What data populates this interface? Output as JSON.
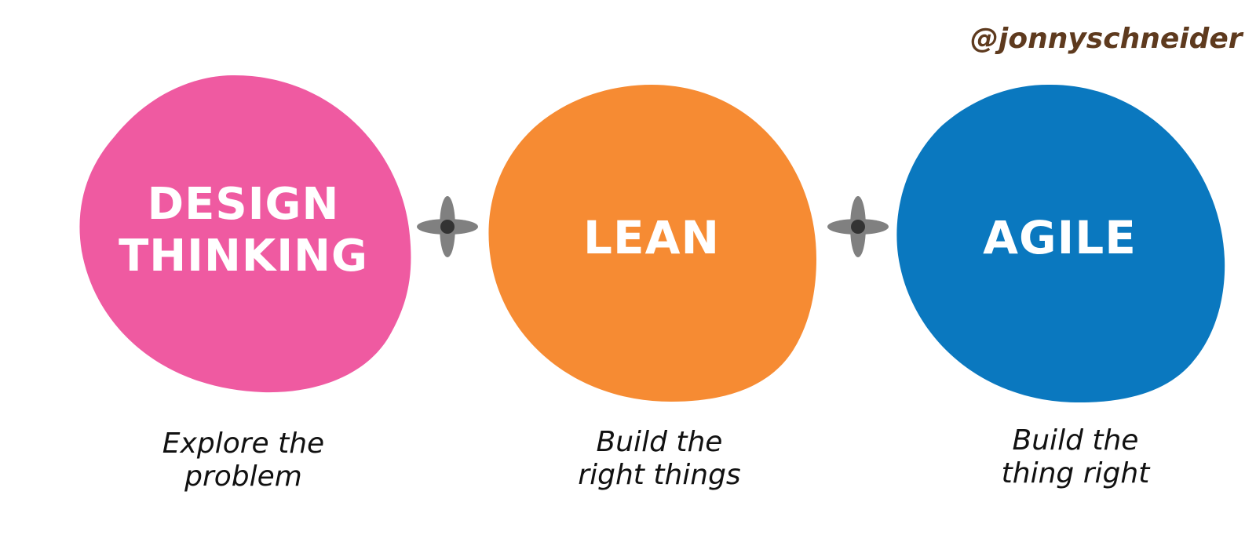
{
  "author_handle": "@jonnyschneider",
  "colors": {
    "design_thinking": "#EF5AA1",
    "lean": "#F68B33",
    "agile": "#0A78BF",
    "connector": "#808080",
    "connector_center": "#333333",
    "handle": "#5E3A1E"
  },
  "icons": [
    "plus-connector-icon",
    "plus-connector-icon"
  ],
  "stages": [
    {
      "title_lines": [
        "DESIGN",
        "THINKING"
      ],
      "caption_lines": [
        "Explore the",
        "problem"
      ]
    },
    {
      "title_lines": [
        "LEAN"
      ],
      "caption_lines": [
        "Build the",
        "right things"
      ]
    },
    {
      "title_lines": [
        "AGILE"
      ],
      "caption_lines": [
        "Build the",
        "thing right"
      ]
    }
  ]
}
